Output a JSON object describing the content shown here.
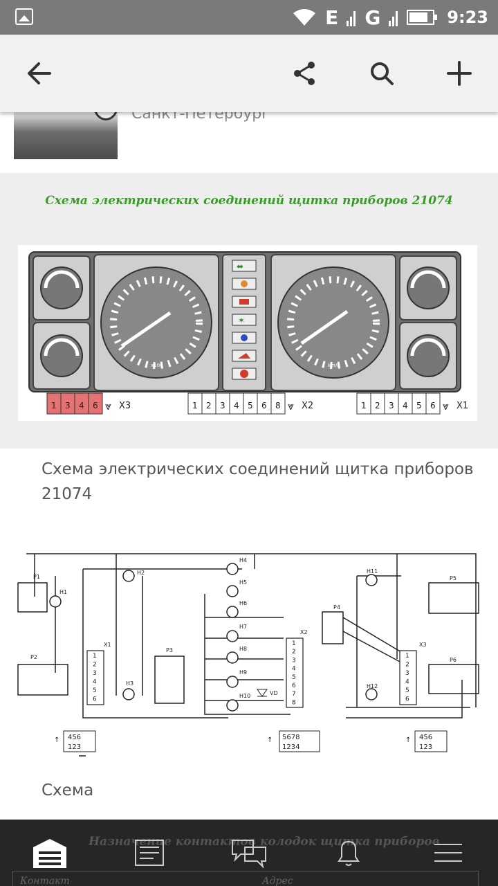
{
  "status_bar": {
    "network": "E",
    "network2": "G",
    "time": "9:23"
  },
  "app_bar": {
    "back_icon": "arrow-left-icon",
    "share_icon": "share-icon",
    "search_icon": "search-icon",
    "add_icon": "plus-icon"
  },
  "previous_item": {
    "city": "Санкт-Петербург"
  },
  "image1": {
    "title": "Схема электрических соединений щитка приборов 21074",
    "tacho_label": "x100",
    "speedo_label": "km/h",
    "connectors": [
      {
        "name": "X3",
        "pins": [
          "1",
          "3",
          "4",
          "6"
        ],
        "color": "#e57373"
      },
      {
        "name": "X2",
        "pins": [
          "1",
          "2",
          "3",
          "4",
          "5",
          "6",
          "8"
        ],
        "color": "#ffffff"
      },
      {
        "name": "X1",
        "pins": [
          "1",
          "2",
          "3",
          "4",
          "5",
          "6"
        ],
        "color": "#ffffff"
      }
    ],
    "caption": "Схема электрических соединений щитка приборов 21074"
  },
  "image2": {
    "labels": [
      "P1",
      "H1",
      "H2",
      "P2",
      "X1",
      "H3",
      "P3",
      "H4",
      "H5",
      "H6",
      "H7",
      "H8",
      "H9",
      "H10",
      "VD",
      "X2",
      "P4",
      "H11",
      "H12",
      "P5",
      "X3",
      "P6"
    ],
    "x1_pins": [
      "1",
      "2",
      "3",
      "4",
      "5",
      "6"
    ],
    "x2_pins": [
      "1",
      "2",
      "3",
      "4",
      "5",
      "6",
      "7",
      "8"
    ],
    "x3_pins": [
      "1",
      "2",
      "3",
      "4",
      "5",
      "6"
    ],
    "plug_a": {
      "top": "456",
      "bottom": "123"
    },
    "plug_b": {
      "top": "5678",
      "bottom": "1234"
    },
    "plug_c": {
      "top": "456",
      "bottom": "123"
    },
    "caption": "Схема"
  },
  "next_item_ghost": {
    "title": "Назначение контактов колодок щитка приборов",
    "col1": "Контакт",
    "col2": "Адрес"
  },
  "bottom_nav": {
    "items": [
      "garage-icon",
      "feed-icon",
      "chat-icon",
      "bell-icon",
      "menu-icon"
    ]
  }
}
